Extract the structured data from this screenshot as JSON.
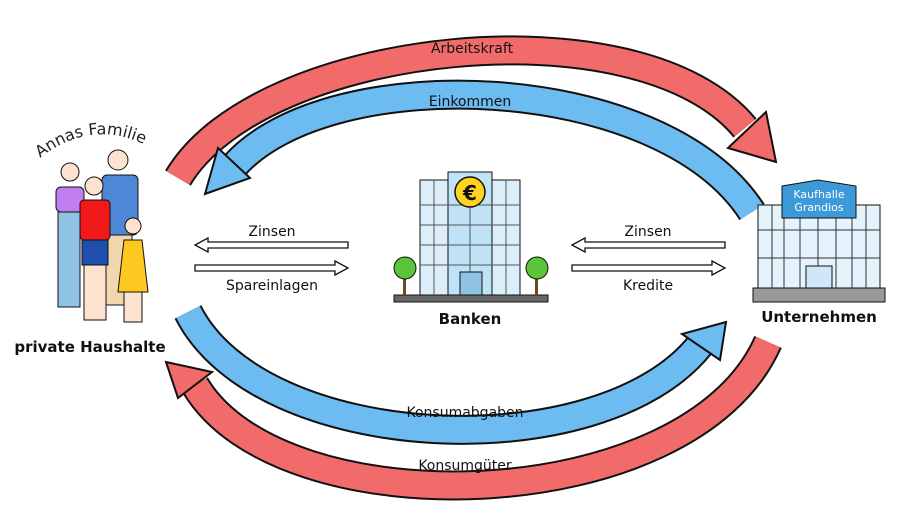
{
  "flows": {
    "arbeitskraft": "Arbeitskraft",
    "einkommen": "Einkommen",
    "konsumabgaben": "Konsumabgaben",
    "konsumgueter": "Konsumgüter",
    "zinsen_left": "Zinsen",
    "spareinlagen": "Spareinlagen",
    "zinsen_right": "Zinsen",
    "kredite": "Kredite"
  },
  "actors": {
    "family_title": "Annas Familie",
    "households": "private Haushalte",
    "banks": "Banken",
    "companies": "Unternehmen",
    "store_sign_line1": "Kaufhalle",
    "store_sign_line2": "Grandios",
    "bank_symbol": "€"
  },
  "colors": {
    "red": "#f26b6b",
    "blue": "#6cbcf2"
  }
}
